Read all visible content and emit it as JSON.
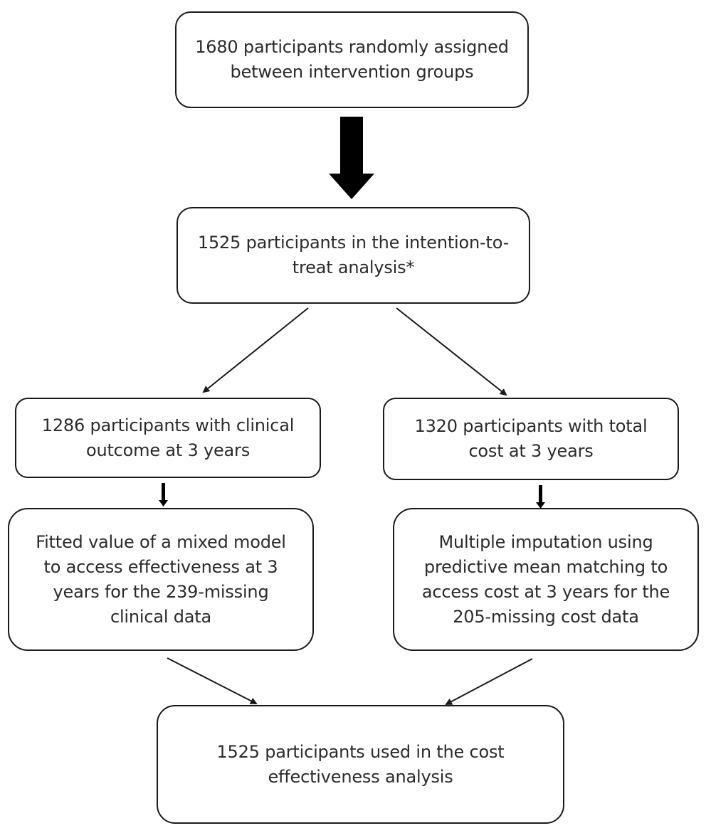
{
  "flowchart": {
    "randomized": "1680 participants randomly assigned between intervention groups",
    "itt": "1525 participants in the intention-to-treat analysis*",
    "clinical_outcome": "1286 participants with clinical outcome at 3 years",
    "total_cost": "1320 participants with total cost at 3 years",
    "fitted_value": "Fitted value of a mixed model to access effectiveness at 3 years for the 239-missing clinical data",
    "multiple_imputation": "Multiple imputation using predictive mean matching to access cost at 3 years for the 205-missing cost data",
    "final": "1525 participants used in the cost effectiveness analysis"
  }
}
